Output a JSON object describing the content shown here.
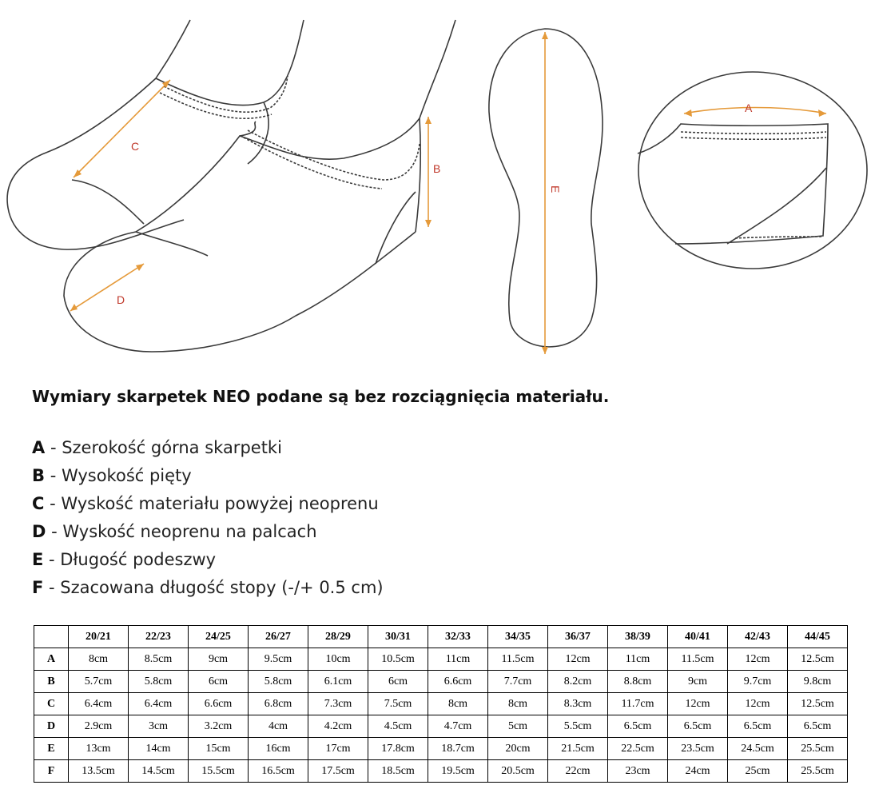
{
  "diagram": {
    "labels": {
      "A": "A",
      "B": "B",
      "C": "C",
      "D": "D",
      "E": "E"
    },
    "colors": {
      "outline": "#3a3a3a",
      "dimension_line": "#e59a3a",
      "dimension_label": "#c0392b"
    }
  },
  "heading": "Wymiary skarpetek NEO podane są bez rozciągnięcia materiału.",
  "legend": [
    {
      "key": "A",
      "text": " - Szerokość górna skarpetki"
    },
    {
      "key": "B",
      "text": " - Wysokość pięty"
    },
    {
      "key": "C",
      "text": " - Wyskość materiału powyżej neoprenu"
    },
    {
      "key": "D",
      "text": " - Wyskość neoprenu na palcach"
    },
    {
      "key": "E",
      "text": " - Długość podeszwy"
    },
    {
      "key": "F",
      "text": " - Szacowana długość stopy (-/+ 0.5 cm)"
    }
  ],
  "table": {
    "sizes": [
      "20/21",
      "22/23",
      "24/25",
      "26/27",
      "28/29",
      "30/31",
      "32/33",
      "34/35",
      "36/37",
      "38/39",
      "40/41",
      "42/43",
      "44/45"
    ],
    "rows": [
      {
        "label": "A",
        "values": [
          "8cm",
          "8.5cm",
          "9cm",
          "9.5cm",
          "10cm",
          "10.5cm",
          "11cm",
          "11.5cm",
          "12cm",
          "11cm",
          "11.5cm",
          "12cm",
          "12.5cm"
        ]
      },
      {
        "label": "B",
        "values": [
          "5.7cm",
          "5.8cm",
          "6cm",
          "5.8cm",
          "6.1cm",
          "6cm",
          "6.6cm",
          "7.7cm",
          "8.2cm",
          "8.8cm",
          "9cm",
          "9.7cm",
          "9.8cm"
        ]
      },
      {
        "label": "C",
        "values": [
          "6.4cm",
          "6.4cm",
          "6.6cm",
          "6.8cm",
          "7.3cm",
          "7.5cm",
          "8cm",
          "8cm",
          "8.3cm",
          "11.7cm",
          "12cm",
          "12cm",
          "12.5cm"
        ]
      },
      {
        "label": "D",
        "values": [
          "2.9cm",
          "3cm",
          "3.2cm",
          "4cm",
          "4.2cm",
          "4.5cm",
          "4.7cm",
          "5cm",
          "5.5cm",
          "6.5cm",
          "6.5cm",
          "6.5cm",
          "6.5cm"
        ]
      },
      {
        "label": "E",
        "values": [
          "13cm",
          "14cm",
          "15cm",
          "16cm",
          "17cm",
          "17.8cm",
          "18.7cm",
          "20cm",
          "21.5cm",
          "22.5cm",
          "23.5cm",
          "24.5cm",
          "25.5cm"
        ]
      },
      {
        "label": "F",
        "values": [
          "13.5cm",
          "14.5cm",
          "15.5cm",
          "16.5cm",
          "17.5cm",
          "18.5cm",
          "19.5cm",
          "20.5cm",
          "22cm",
          "23cm",
          "24cm",
          "25cm",
          "25.5cm"
        ]
      }
    ]
  }
}
